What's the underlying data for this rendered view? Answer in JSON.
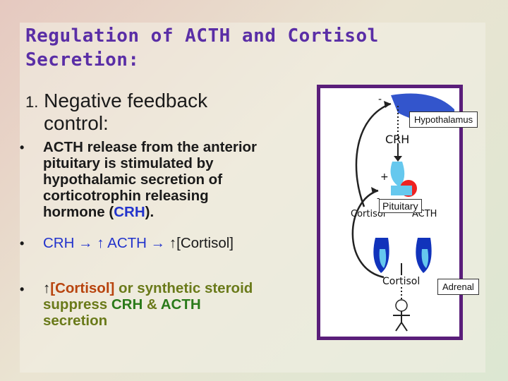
{
  "title": {
    "line1": "Regulation of ACTH and Cortisol",
    "line2": "Secretion:"
  },
  "section": {
    "number": "1.",
    "heading_line1": "Negative feedback",
    "heading_line2": "control:"
  },
  "bullet1": {
    "line1": "ACTH release from the anterior",
    "line2": "pituitary is stimulated by",
    "line3": "hypothalamic secretion of",
    "line4": "corticotrophin releasing",
    "line5_a": "hormone (",
    "line5_crh": "CRH",
    "line5_b": ")."
  },
  "bullet2": {
    "crh": "CRH",
    "arrow": "→",
    "up": "↑",
    "acth": "ACTH",
    "cortisol": "[Cortisol]"
  },
  "bullet3": {
    "up": "↑",
    "cortisol": "[Cortisol]",
    "rest": " or synthetic steroid",
    "line2_a": "suppress ",
    "line2_crh": "CRH",
    "line2_b": " & ",
    "line2_acth": "ACTH",
    "line3": "secretion"
  },
  "bullet_symbol": "•",
  "diagram": {
    "labels": {
      "hypothalamus": "Hypothalamus",
      "pituitary": "Pituitary",
      "adrenal": "Adrenal"
    },
    "text": {
      "crh": "CRH",
      "cortisol_left": "Cortisol",
      "acth": "ACTH",
      "cortisol_bottom": "Cortisol",
      "minus": "-",
      "plus": "+"
    }
  },
  "colors": {
    "title": "#5a2ea6",
    "frame": "#5a1e7a",
    "blue": "#2233cc",
    "green": "#2a7a1a",
    "brown": "#b8440e"
  }
}
